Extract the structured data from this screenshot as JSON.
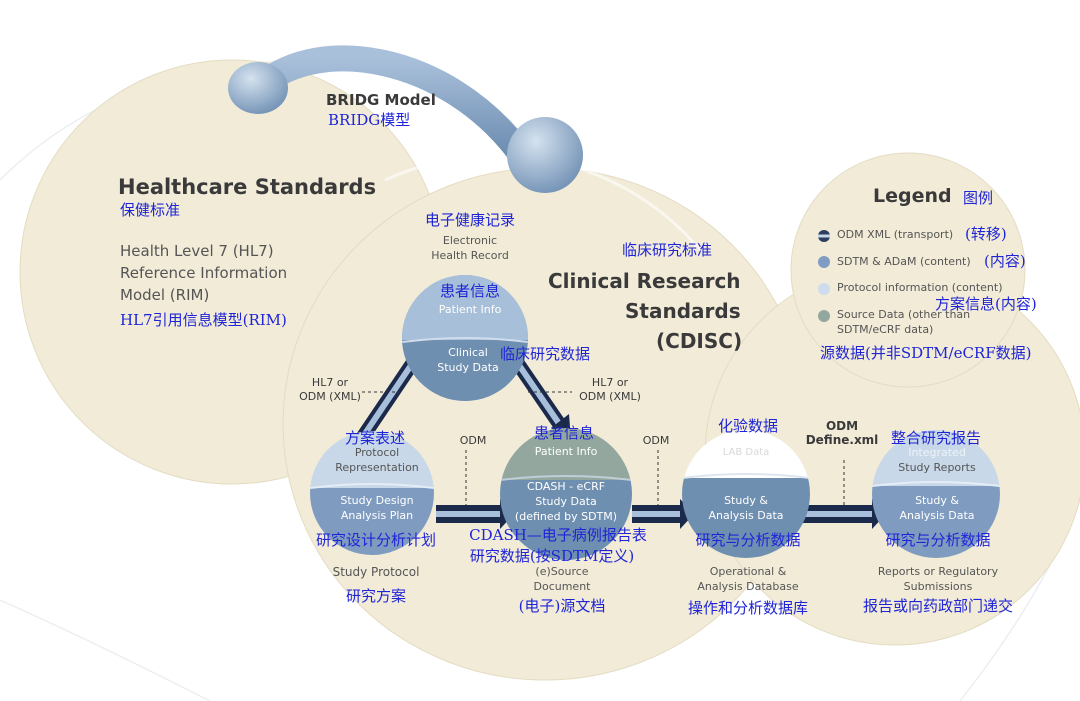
{
  "bridg": {
    "title": "BRIDG Model",
    "cn": "BRIDG模型"
  },
  "healthcare": {
    "title": "Healthcare Standards",
    "cn": "保健标准",
    "lines": [
      "Health Level 7 (HL7)",
      "Reference Information",
      "Model (RIM)"
    ],
    "cn2": "HL7引用信息模型(RIM)"
  },
  "ehr": {
    "cn": "电子健康记录",
    "lines": [
      "Electronic",
      "Health Record"
    ]
  },
  "crs": {
    "cn": "临床研究标准",
    "lines": [
      "Clinical Research",
      "Standards",
      "(CDISC)"
    ]
  },
  "patient_top": {
    "cn": "患者信息",
    "en": "Patient Info",
    "lower_en": [
      "Clinical",
      "Study Data"
    ],
    "lower_cn": "临床研究数据"
  },
  "hl7_left": [
    "HL7 or",
    "ODM (XML)"
  ],
  "hl7_right": [
    "HL7 or",
    "ODM (XML)"
  ],
  "protocol": {
    "cn_top": "方案表述",
    "en_top": [
      "Protocol",
      "Representation"
    ],
    "en_bottom": [
      "Study Design",
      "Analysis Plan"
    ],
    "cn_bottom": "研究设计分析计划",
    "caption": "Study Protocol",
    "caption_cn": "研究方案"
  },
  "odm1": "ODM",
  "odm2": "ODM",
  "cdash": {
    "cn_top": "患者信息",
    "en_top": "Patient Info",
    "en_bottom": [
      "CDASH - eCRF",
      "Study Data",
      "(defined by SDTM)"
    ],
    "cn_bottom": [
      "CDASH—电子病例报告表",
      "研究数据(按SDTM定义)"
    ],
    "caption": [
      "(e)Source",
      "Document"
    ],
    "caption_cn": "(电子)源文档"
  },
  "lab": {
    "cn_top": "化验数据",
    "en_top": "LAB Data",
    "en_bottom": [
      "Study &",
      "Analysis Data"
    ],
    "cn_bottom": "研究与分析数据",
    "caption": [
      "Operational &",
      "Analysis Database"
    ],
    "caption_cn": "操作和分析数据库"
  },
  "define": {
    "lines": [
      "ODM",
      "Define.xml"
    ]
  },
  "integrated": {
    "cn_top": "整合研究报告",
    "en_top": [
      "Integrated",
      "Study Reports"
    ],
    "en_bottom": [
      "Study &",
      "Analysis Data"
    ],
    "cn_bottom": "研究与分析数据",
    "caption": [
      "Reports or Regulatory",
      "Submissions"
    ],
    "caption_cn": "报告或向药政部门递交"
  },
  "legend": {
    "title": "Legend",
    "title_cn": "图例",
    "items": [
      {
        "label": "ODM XML (transport)",
        "cn": "(转移)",
        "color": "#2b3f5e"
      },
      {
        "label": "SDTM & ADaM (content)",
        "cn": "(内容)",
        "color": "#7f9dc4"
      },
      {
        "label": "Protocol information (content)",
        "cn": "方案信息(内容)",
        "color": "#cfdced"
      },
      {
        "label": "Source Data (other than",
        "label2": "SDTM/eCRF data)",
        "cn": "源数据(并非SDTM/eCRF数据)",
        "color": "#93a79f"
      }
    ]
  },
  "colors": {
    "cream": "#f1ebd8",
    "cream_edge": "#e2dac0",
    "blue_dark": "#6f8fb1",
    "blue_mid": "#93aecb",
    "blue_light": "#c8d8e8",
    "navy": "#1b2a4a",
    "cn_text": "#1f25d6"
  }
}
